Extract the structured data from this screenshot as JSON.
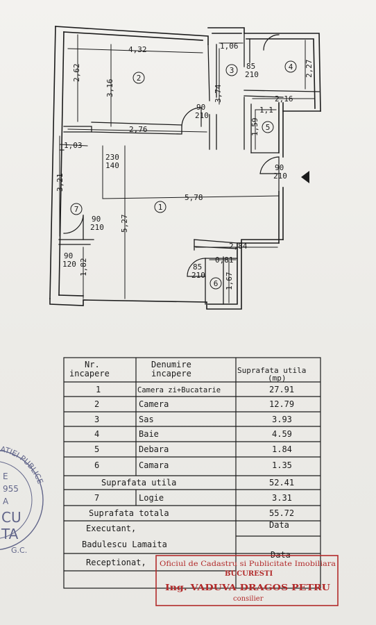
{
  "plan": {
    "dimensions": {
      "d432": "4,32",
      "d262": "2,62",
      "d316": "3,16",
      "d106": "1,06",
      "d374": "3,74",
      "d227": "2,27",
      "d216": "2,16",
      "d11": "1,1",
      "d159": "1,59",
      "d276": "2,76",
      "d103": "1,03",
      "d321": "3,21",
      "d578": "5,78",
      "d527": "5,27",
      "d284": "2,84",
      "d081": "0,81",
      "d167": "1,67",
      "d182": "1,82"
    },
    "doors": {
      "door_85_210_top": [
        "85",
        "210"
      ],
      "door_90_210_room2": [
        "90",
        "210"
      ],
      "door_90_210_entry": [
        "90",
        "210"
      ],
      "window_230_140": [
        "230",
        "140"
      ],
      "door_90_210_logia": [
        "90",
        "210"
      ],
      "window_90_120": [
        "90",
        "120"
      ],
      "door_85_210_camara": [
        "85",
        "210"
      ]
    },
    "room_numbers": [
      "1",
      "2",
      "3",
      "4",
      "5",
      "6",
      "7"
    ]
  },
  "table": {
    "headers": {
      "nr_1": "Nr.",
      "nr_2": "incapere",
      "den_1": "Denumire",
      "den_2": "incapere",
      "sup_1": "Suprafata utila",
      "sup_2": "(mp)"
    },
    "rows": [
      {
        "nr": "1",
        "name": "Camera zi+Bucatarie",
        "area": "27.91"
      },
      {
        "nr": "2",
        "name": "Camera",
        "area": "12.79"
      },
      {
        "nr": "3",
        "name": "Sas",
        "area": "3.93"
      },
      {
        "nr": "4",
        "name": "Baie",
        "area": "4.59"
      },
      {
        "nr": "5",
        "name": "Debara",
        "area": "1.84"
      },
      {
        "nr": "6",
        "name": "Camara",
        "area": "1.35"
      }
    ],
    "useful_label": "Suprafata utila",
    "useful_value": "52.41",
    "logia": {
      "nr": "7",
      "name": "Logie",
      "area": "3.31"
    },
    "total_label": "Suprafata totala",
    "total_value": "55.72",
    "executant_label": "Executant,",
    "executant_date": "Data",
    "executant_name": "Badulescu Lamaita",
    "receptionat_label": "Receptionat,",
    "receptionat_date": "Data"
  },
  "stamp": {
    "line1": "Oficiul de Cadastru si Publicitate Imobiliara",
    "line2": "BUCURESTI",
    "line3": "Ing. VADUVA DRAGOS PETRU",
    "line4": "consilier"
  },
  "seal": {
    "arc_text": "ATIEI PUBLICE",
    "frag_e": "E",
    "frag_num": "955",
    "frag_a": "A",
    "frag_cu": "CU",
    "frag_ta": "TA",
    "frag_gc": "G.C."
  },
  "colors": {
    "ink": "#1b1b1b",
    "stamp": "#b22a2a",
    "seal": "#4a4f7a"
  }
}
